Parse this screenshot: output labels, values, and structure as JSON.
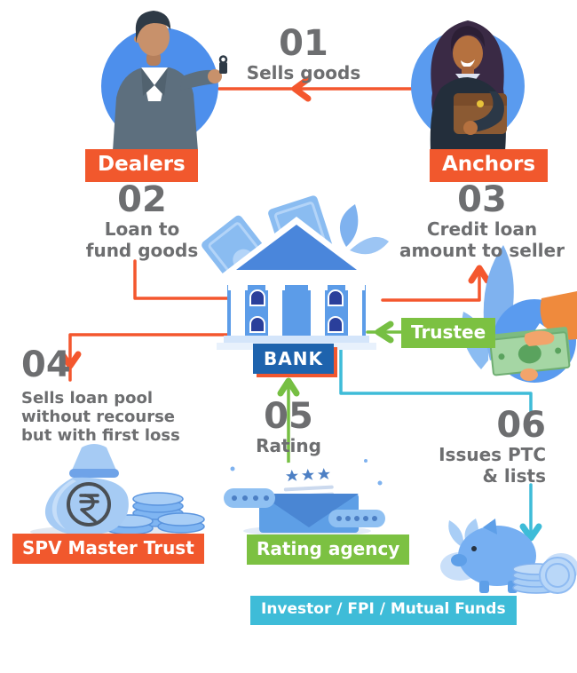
{
  "diagram": {
    "text_color": "#6D6E70",
    "entities": {
      "dealers": {
        "label": "Dealers",
        "color": "#F1582D"
      },
      "anchors": {
        "label": "Anchors",
        "color": "#F1582D"
      },
      "bank": {
        "label": "BANK",
        "color": "#1E63AD",
        "shadow_color": "#F1572F"
      },
      "trustee": {
        "label": "Trustee",
        "color": "#7CC142"
      },
      "spv_master_trust": {
        "label": "SPV Master Trust",
        "color": "#F1582D"
      },
      "rating_agency": {
        "label": "Rating agency",
        "color": "#7CC142"
      },
      "investor": {
        "label": "Investor / FPI / Mutual Funds",
        "color": "#3EBCD8"
      }
    },
    "steps": {
      "s01": {
        "number": "01",
        "line1": "Sells goods",
        "arrow_color": "#F4572E"
      },
      "s02": {
        "number": "02",
        "line1": "Loan to",
        "line2": "fund goods",
        "arrow_color": "#F4572E"
      },
      "s03": {
        "number": "03",
        "line1": "Credit loan",
        "line2": "amount to seller",
        "arrow_color": "#F4572E"
      },
      "s04": {
        "number": "04",
        "line1": "Sells loan pool",
        "line2": "without recourse",
        "line3": "but with first loss",
        "arrow_color": "#F4572E"
      },
      "s05": {
        "number": "05",
        "line1": "Rating",
        "arrow_color": "#76BF43"
      },
      "s06": {
        "number": "06",
        "line1": "Issues PTC",
        "line2": "& lists",
        "arrow_color": "#3EBCD8"
      }
    }
  }
}
